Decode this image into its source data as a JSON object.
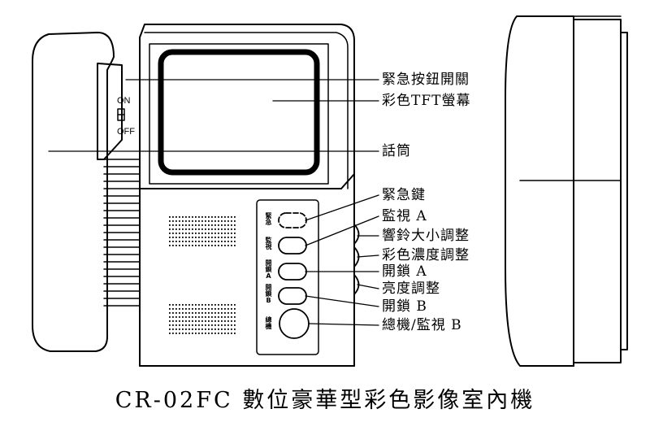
{
  "caption": "CR-02FC 數位豪華型彩色影像室內機",
  "switch": {
    "on": "ON",
    "off": "OFF"
  },
  "labels": {
    "emergency_switch": "緊急按鈕開關",
    "screen": "彩色TFT螢幕",
    "handset": "話筒",
    "emergency_key": "緊急鍵",
    "monitor_a": "監視 A",
    "ring_volume": "響鈴大小調整",
    "color_depth": "彩色濃度調整",
    "unlock_a": "開鎖 A",
    "brightness": "亮度調整",
    "unlock_b": "開鎖 B",
    "master_monitor_b": "總機/監視 B"
  },
  "buttons": {
    "emergency": "緊急",
    "monitor": "監視",
    "unlock_a": "開鎖A",
    "unlock_b": "開鎖B",
    "master": "總機"
  }
}
